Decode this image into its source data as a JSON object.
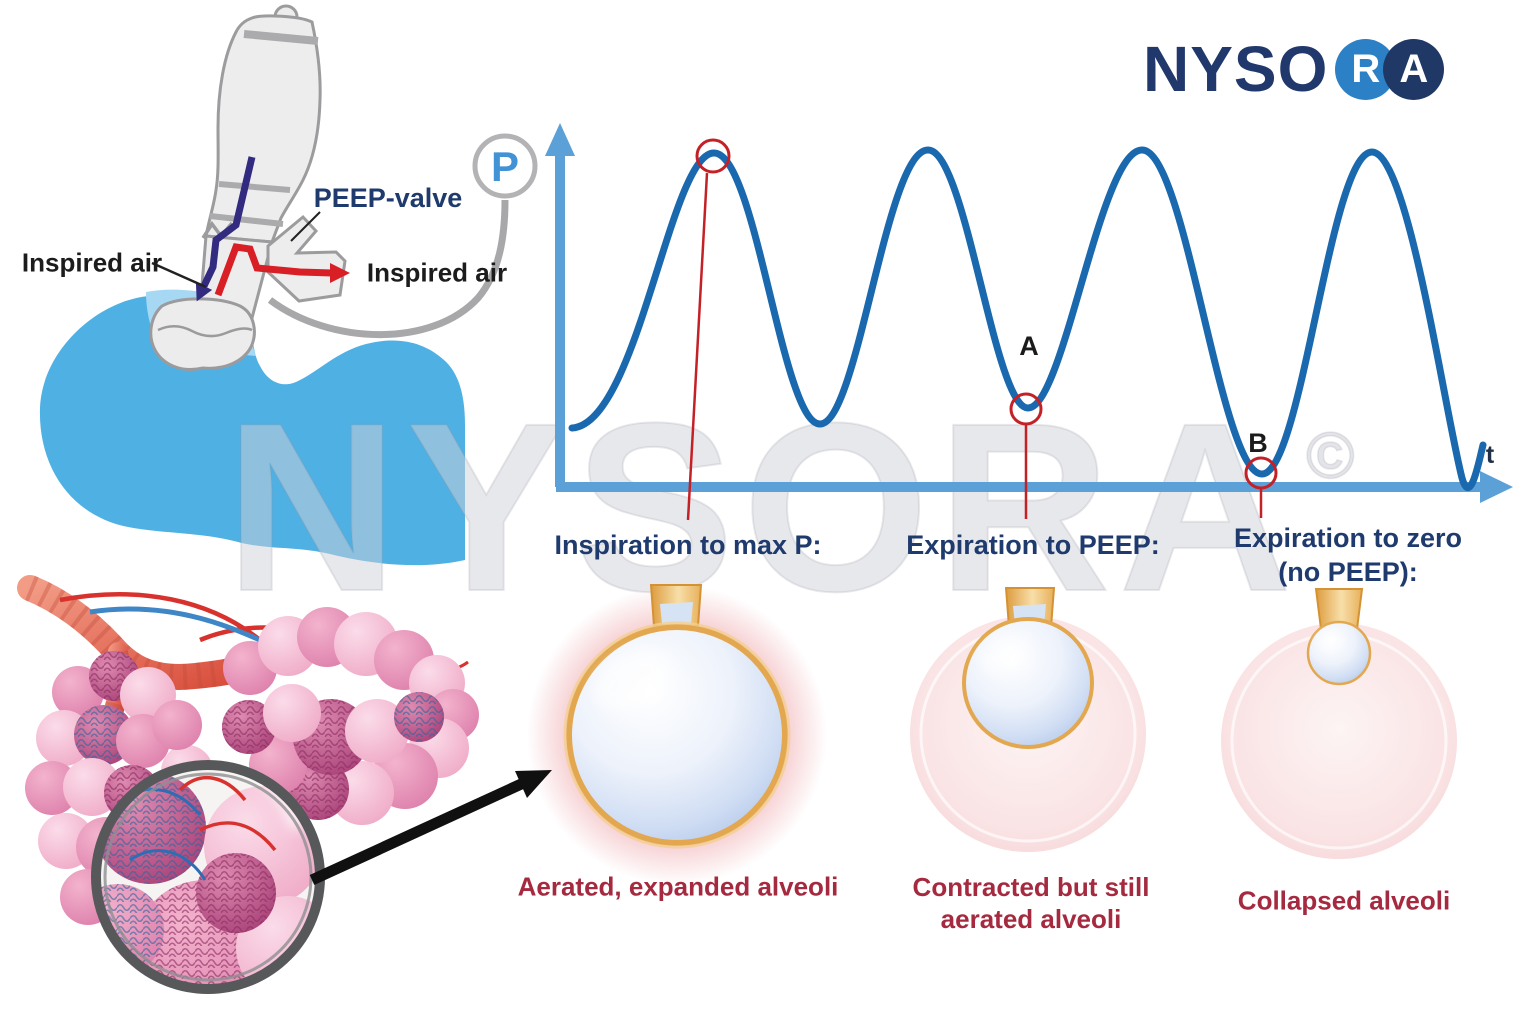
{
  "logo": {
    "text": "NYSO",
    "badge_r": "R",
    "badge_a": "A"
  },
  "device": {
    "peep_valve_label": "PEEP-valve",
    "inspired_air_left": "Inspired air",
    "inspired_air_right": "Inspired air",
    "pressure_gauge": "P"
  },
  "waveform": {
    "point_a": "A",
    "point_b": "B",
    "time_axis": "t",
    "annotations": {
      "max_pressure": "Inspiration to max P:",
      "peep": "Expiration to PEEP:",
      "zero_line1": "Expiration to zero",
      "zero_line2": "(no PEEP):"
    }
  },
  "alveoli": {
    "expanded": "Aerated, expanded alveoli",
    "contracted_line1": "Contracted but still",
    "contracted_line2": "aerated alveoli",
    "collapsed": "Collapsed alveoli"
  },
  "watermark": {
    "text": "NYSORA",
    "symbol": "©"
  },
  "chart_data": {
    "type": "line",
    "title": "Airway pressure vs time during ventilation with PEEP",
    "xlabel": "t",
    "ylabel": "P",
    "peaks": 4,
    "marked_points": [
      {
        "label": "max P",
        "position": "top of breath 1, circled, linked to 'Inspiration to max P:'"
      },
      {
        "label": "A",
        "position": "trough after breath 2, above baseline (PEEP level), linked to 'Expiration to PEEP:'"
      },
      {
        "label": "B",
        "position": "trough after breath 3, at zero baseline, linked to 'Expiration to zero (no PEEP):'"
      }
    ],
    "legend_position": "none",
    "grid": false
  },
  "colors": {
    "curve_blue": "#1A69AE",
    "axis_blue": "#5BA0D7",
    "marker_red": "#C42127",
    "label_navy": "#1F3A6D",
    "caption_red": "#A52A40",
    "logo_navy": "#20386B",
    "logo_light_blue": "#2C80C5",
    "silhouette_blue": "#4FB0E4",
    "balloon_rim_orange": "#E2A74F"
  }
}
